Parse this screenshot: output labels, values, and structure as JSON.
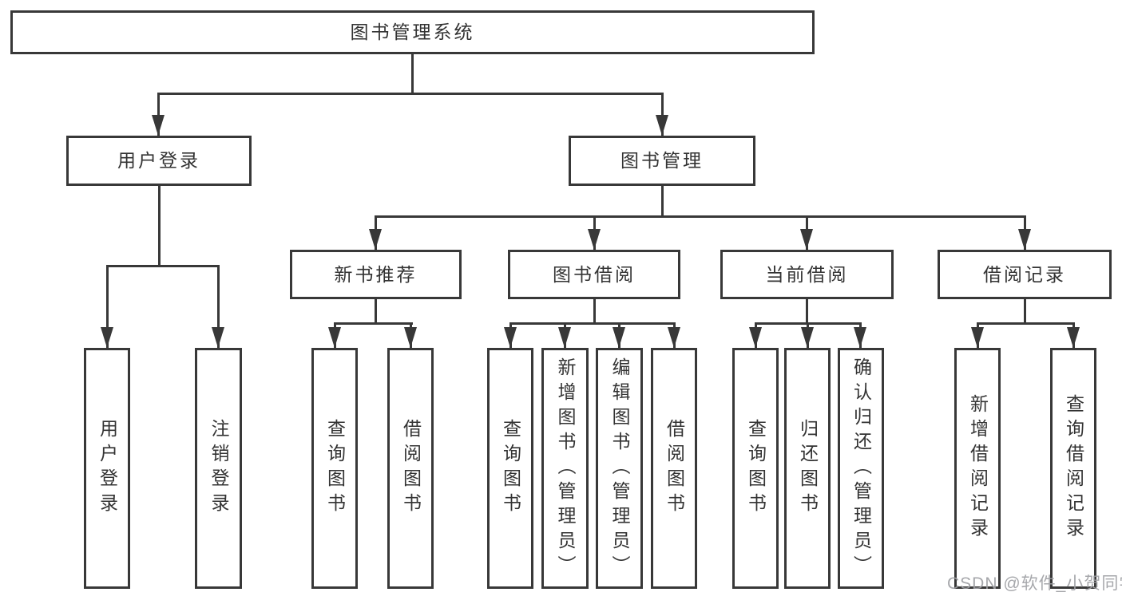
{
  "diagram": {
    "title": "图书管理系统",
    "branches": [
      {
        "label": "用户登录",
        "children": [
          {
            "label": "用户登录"
          },
          {
            "label": "注销登录"
          }
        ]
      },
      {
        "label": "图书管理",
        "children": [
          {
            "label": "新书推荐",
            "children": [
              {
                "label": "查询图书"
              },
              {
                "label": "借阅图书"
              }
            ]
          },
          {
            "label": "图书借阅",
            "children": [
              {
                "label": "查询图书"
              },
              {
                "label": "新增图书（管理员）"
              },
              {
                "label": "编辑图书（管理员）"
              },
              {
                "label": "借阅图书"
              }
            ]
          },
          {
            "label": "当前借阅",
            "children": [
              {
                "label": "查询图书"
              },
              {
                "label": "归还图书"
              },
              {
                "label": "确认归还（管理员）"
              }
            ]
          },
          {
            "label": "借阅记录",
            "children": [
              {
                "label": "新增借阅记录"
              },
              {
                "label": "查询借阅记录"
              }
            ]
          }
        ]
      }
    ]
  },
  "watermark": {
    "text": "CSDN @软件_小贺同学"
  },
  "colors": {
    "line": "#383838",
    "box_border": "#383838",
    "text": "#333333",
    "background": "#ffffff",
    "watermark": "#9fa0a4"
  }
}
